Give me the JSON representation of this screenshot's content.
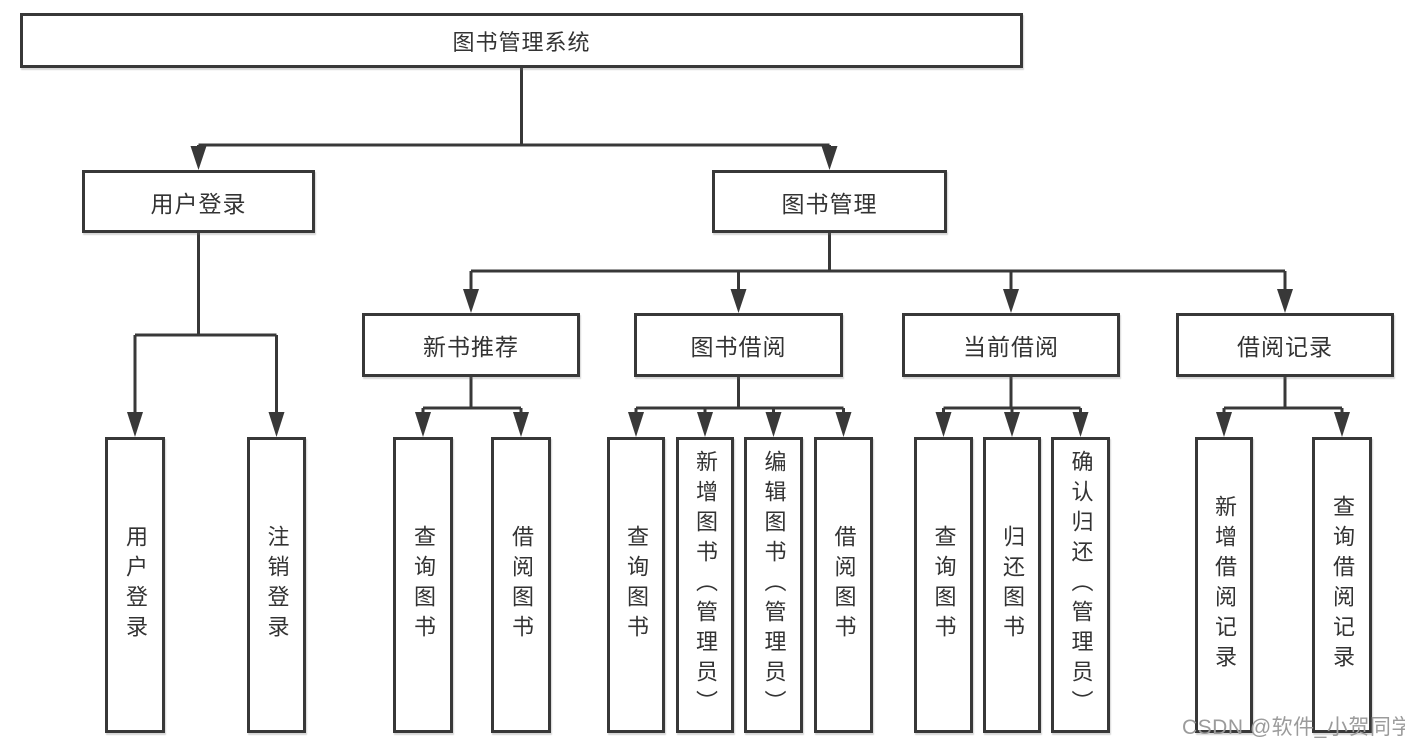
{
  "diagram": {
    "root": {
      "label": "图书管理系统"
    },
    "branches": [
      {
        "label": "用户登录",
        "children": [
          {
            "label": "用户登录"
          },
          {
            "label": "注销登录"
          }
        ]
      },
      {
        "label": "图书管理",
        "children": [
          {
            "label": "新书推荐",
            "children": [
              {
                "label": "查询图书"
              },
              {
                "label": "借阅图书"
              }
            ]
          },
          {
            "label": "图书借阅",
            "children": [
              {
                "label": "查询图书"
              },
              {
                "label": "新增图书（管理员）"
              },
              {
                "label": "编辑图书（管理员）"
              },
              {
                "label": "借阅图书"
              }
            ]
          },
          {
            "label": "当前借阅",
            "children": [
              {
                "label": "查询图书"
              },
              {
                "label": "归还图书"
              },
              {
                "label": "确认归还（管理员）"
              }
            ]
          },
          {
            "label": "借阅记录",
            "children": [
              {
                "label": "新增借阅记录"
              },
              {
                "label": "查询借阅记录"
              }
            ]
          }
        ]
      }
    ]
  },
  "watermark": {
    "text": "CSDN @软件_小贺同学"
  },
  "colors": {
    "line": "#383838",
    "text": "#333333",
    "box_background": "#ffffff",
    "watermark": "#9b9b9b",
    "page_background": "#ffffff"
  }
}
